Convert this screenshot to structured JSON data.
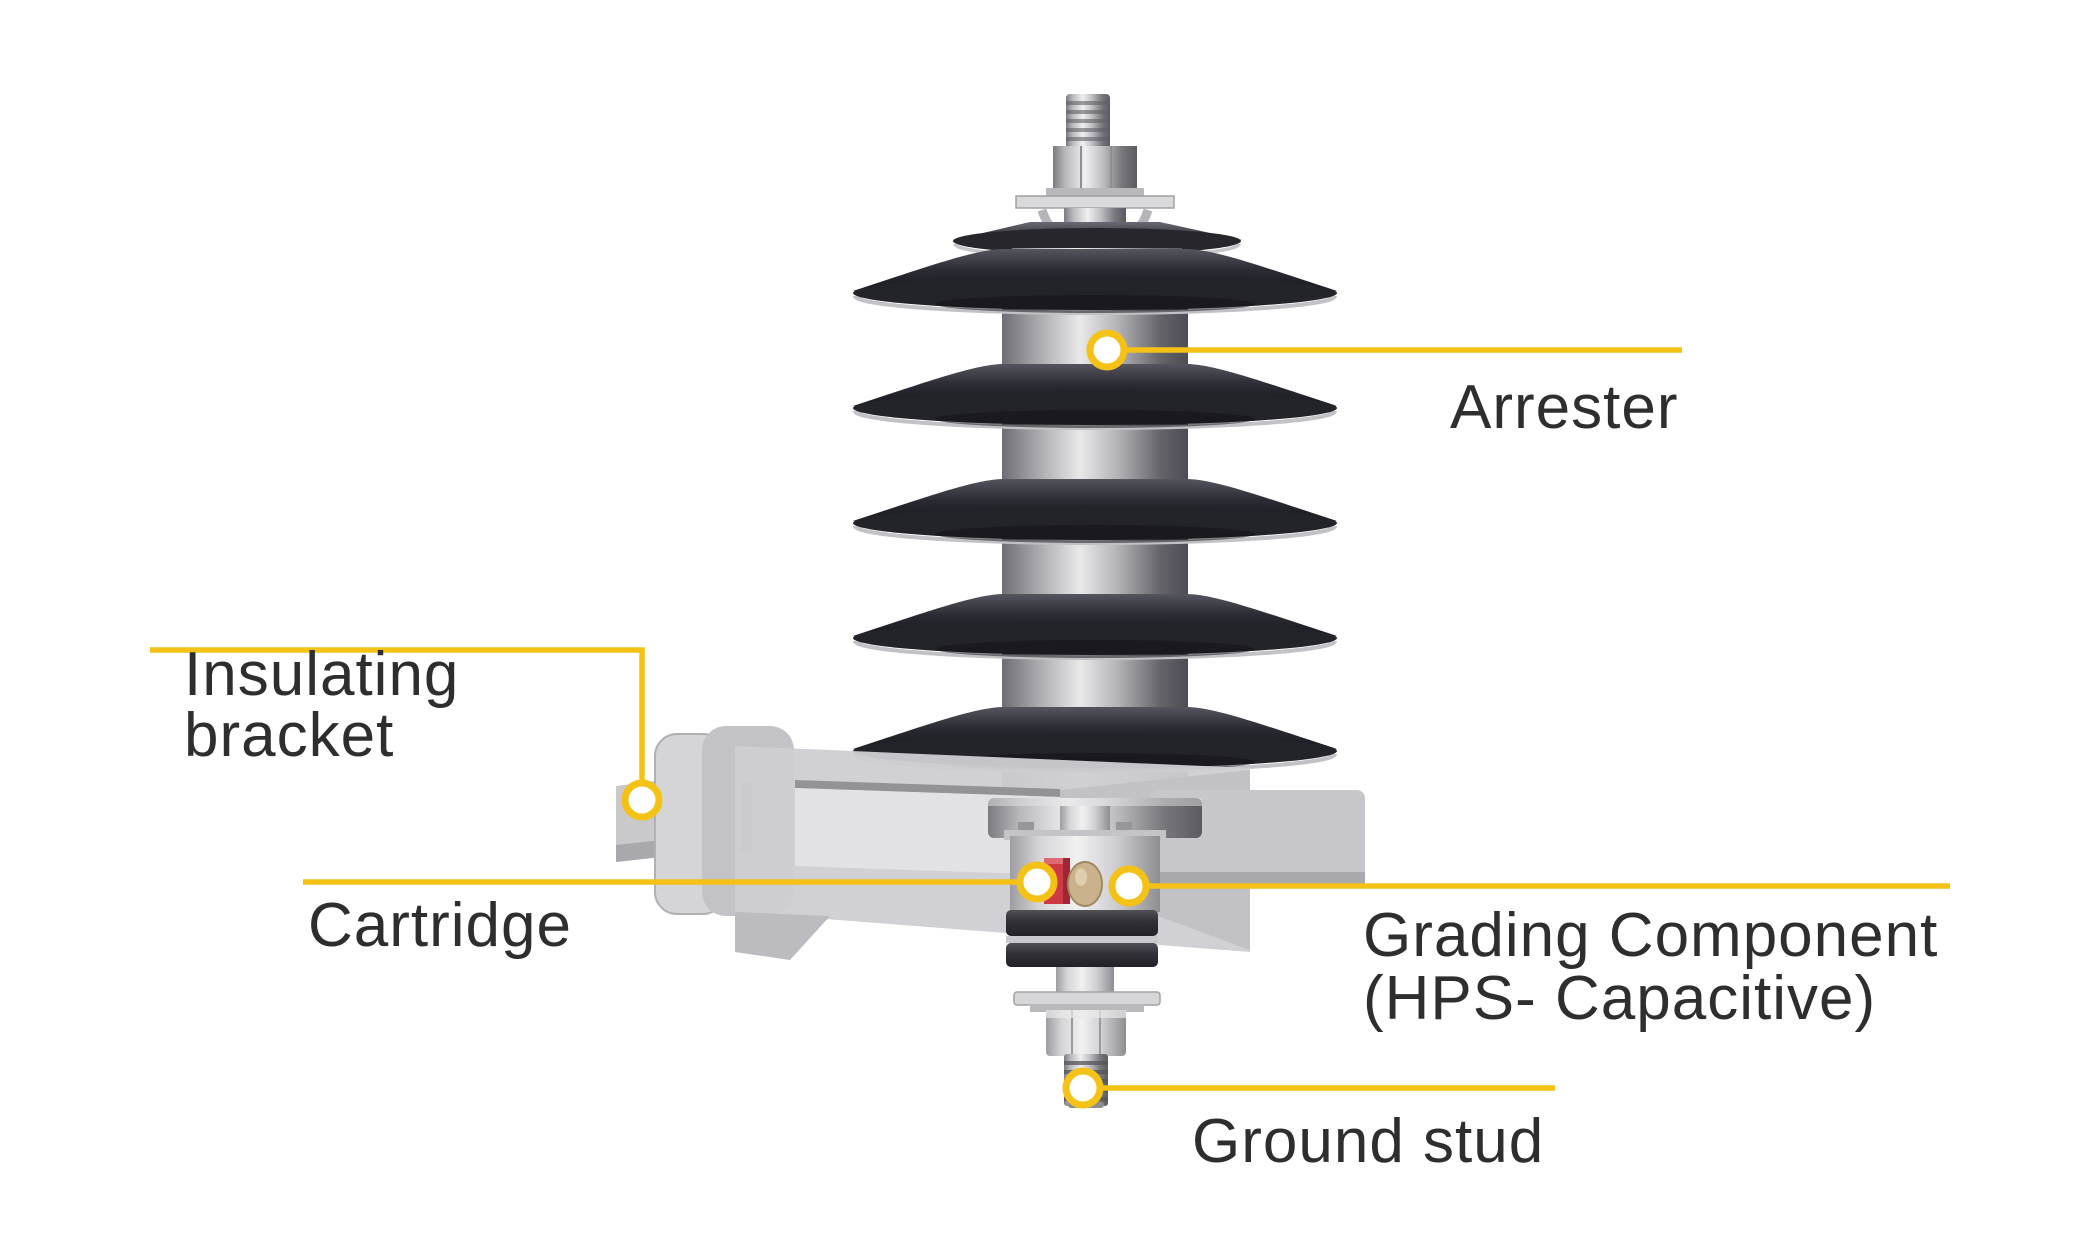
{
  "figure": {
    "type": "labeled-component-diagram",
    "subject": "polymer surge arrester with mounting bracket",
    "labels": {
      "arrester": "Arrester",
      "insulating_bracket": "Insulating bracket",
      "cartridge": "Cartridge",
      "grading_component": {
        "line1": "Grading Component",
        "line2": "(HPS- Capacitive)"
      },
      "ground_stud": "Ground stud"
    },
    "colors": {
      "background": "#FFFFFF",
      "callout_yellow": "#F4C216",
      "label_text": "#2E2E2E",
      "shed_dark": "#23232A",
      "metal_gray": "#C9C9CD",
      "cartridge_red": "#CD3A46",
      "grading_tan": "#C9B28C"
    }
  }
}
